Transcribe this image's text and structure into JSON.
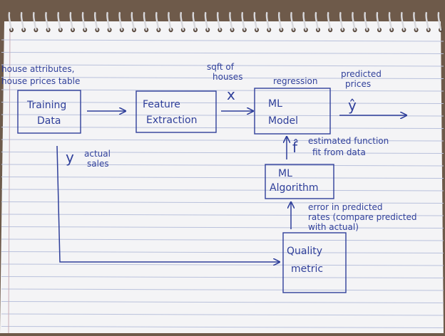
{
  "boxes": {
    "training_data": [
      "Training",
      "Data"
    ],
    "feature_extraction": [
      "Feature",
      "Extraction"
    ],
    "ml_model": [
      "ML",
      "Model"
    ],
    "ml_algorithm": [
      "ML",
      "Algorithm"
    ],
    "quality_metric": [
      "Quality",
      "metric"
    ]
  },
  "notes": {
    "house_attributes": "house attributes,",
    "house_prices_table": "house prices table",
    "sqft": [
      "sqft of",
      "houses"
    ],
    "regression": "regression",
    "predicted_prices": [
      "predicted",
      "prices"
    ],
    "estimated_function": [
      "estimated function",
      "fit from data"
    ],
    "actual_sales": [
      "actual",
      "sales"
    ],
    "error": [
      "error in predicted",
      "rates (compare predicted",
      "with actual)"
    ]
  },
  "vars": {
    "x": "x",
    "y_hat": "ŷ",
    "f_hat": "f̂",
    "y": "y"
  }
}
